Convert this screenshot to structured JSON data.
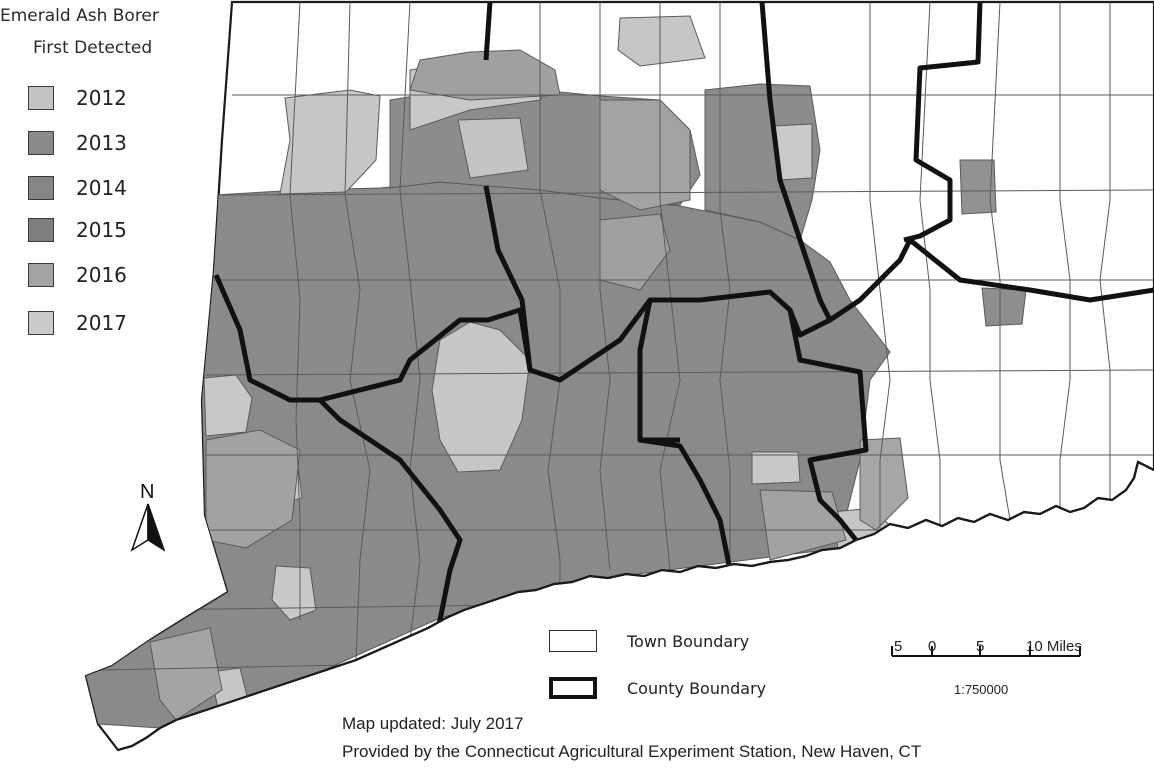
{
  "legend": {
    "title_line1": "Emerald Ash Borer",
    "title_line2": "First Detected",
    "items": [
      {
        "year": "2012",
        "color": "#c4c4c4"
      },
      {
        "year": "2013",
        "color": "#8a8a8a"
      },
      {
        "year": "2014",
        "color": "#868686"
      },
      {
        "year": "2015",
        "color": "#7e7e7e"
      },
      {
        "year": "2016",
        "color": "#a3a3a3"
      },
      {
        "year": "2017",
        "color": "#c9c9c9"
      }
    ]
  },
  "north_label": "N",
  "boundary_key": {
    "town": "Town Boundary",
    "county": "County Boundary"
  },
  "scale": {
    "ticks": [
      "5",
      "0",
      "5",
      "10 Miles"
    ],
    "ratio": "1:750000"
  },
  "footer": {
    "updated": "Map updated:  July 2017",
    "provided_by": "Provided by the Connecticut Agricultural Experiment Station, New Haven, CT"
  },
  "colors": {
    "dark_county": "#8a8a8a",
    "light_county": "#c6c6c6",
    "mid_county": "#a2a2a2",
    "town_boundary": "#555555",
    "county_boundary": "#111111"
  }
}
